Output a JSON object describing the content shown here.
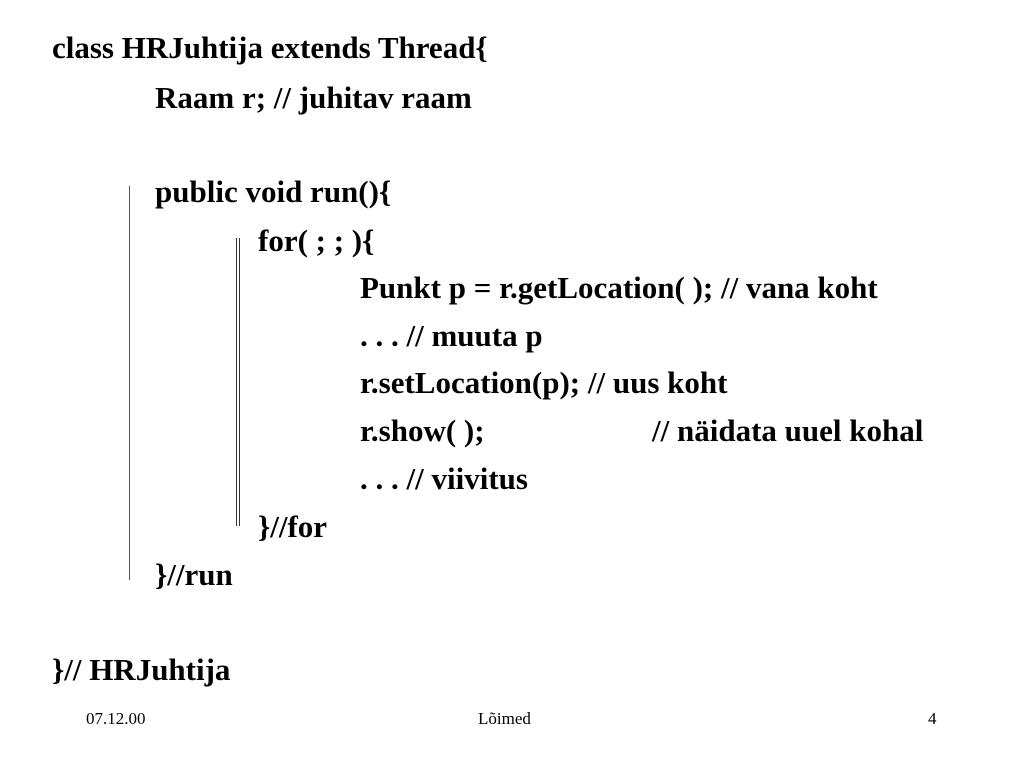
{
  "code": {
    "lines": [
      "class HRJuhtija extends Thread{",
      "Raam r; // juhitav raam",
      "public void run(){",
      "for( ; ; ){",
      "Punkt p = r.getLocation( ); // vana koht",
      ". . . // muuta p",
      "r.setLocation(p); // uus koht",
      "r.show( );",
      "// näidata uuel kohal",
      ". . . // viivitus",
      "}//for",
      "}//run",
      "}// HRJuhtija"
    ]
  },
  "footer": {
    "date": "07.12.00",
    "title": "Lõimed",
    "page_number": "4"
  }
}
